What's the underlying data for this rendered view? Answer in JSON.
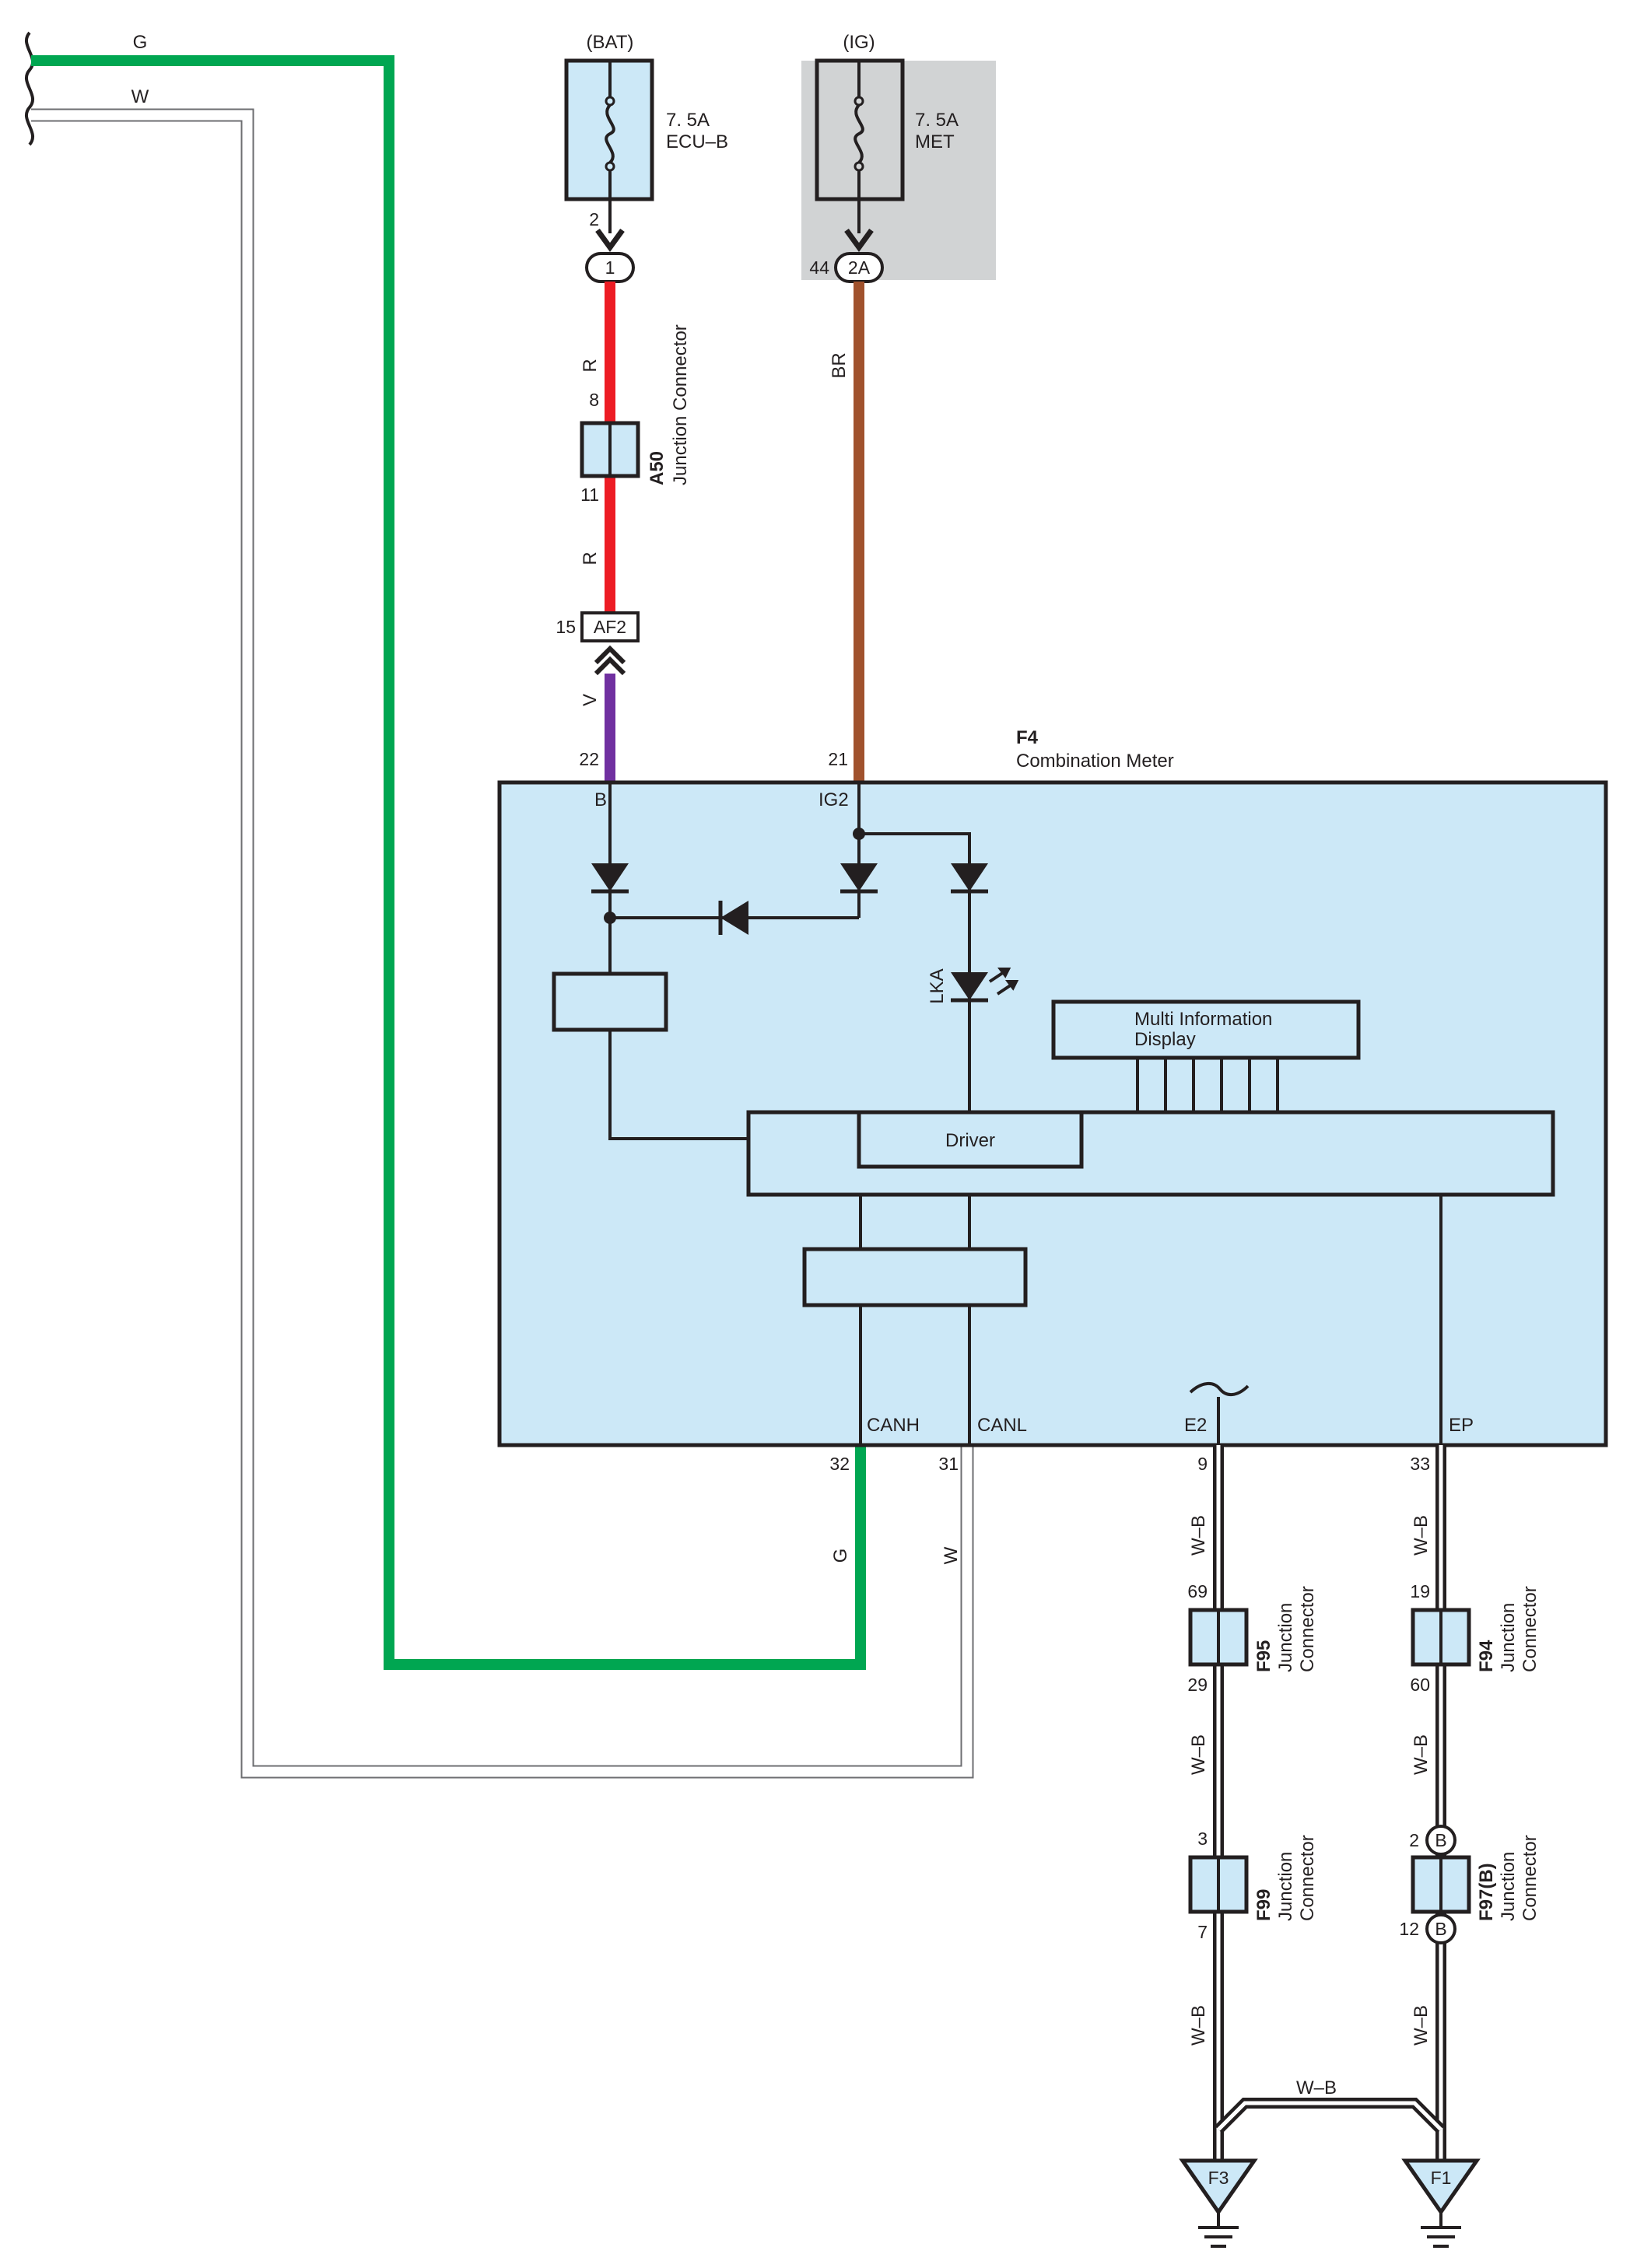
{
  "colors": {
    "green": "#00a651",
    "red": "#ed1c24",
    "violet": "#7030a0",
    "brown": "#a0522d",
    "component_fill": "#cce8f7",
    "ig_shade": "#d1d3d4",
    "wire_w": "#ffffff",
    "outline": "#231f20"
  },
  "wires": {
    "g_top": "G",
    "w_top": "W",
    "r1": "R",
    "r2": "R",
    "v": "V",
    "br": "BR",
    "g_bottom": "G",
    "w_bottom": "W",
    "wb_e2_1": "W–B",
    "wb_e2_2": "W–B",
    "wb_e2_3": "W–B",
    "wb_ep_1": "W–B",
    "wb_ep_2": "W–B",
    "wb_ep_3": "W–B",
    "wb_link": "W–B"
  },
  "fuses": {
    "bat": {
      "supply": "(BAT)",
      "rating": "7. 5A",
      "name": "ECU–B",
      "pin": "2"
    },
    "ig": {
      "supply": "(IG)",
      "rating": "7. 5A",
      "name": "MET",
      "pin": "44"
    }
  },
  "connectors": {
    "c1": {
      "label": "1"
    },
    "c2a": {
      "label": "2A"
    },
    "a50": {
      "code": "A50",
      "name": "Junction Connector",
      "pin_top": "8",
      "pin_bottom": "11"
    },
    "af2": {
      "label": "AF2",
      "pin": "15"
    },
    "f95": {
      "code": "F95",
      "name1": "Junction",
      "name2": "Connector",
      "pin_top": "69",
      "pin_bottom": "29"
    },
    "f94": {
      "code": "F94",
      "name1": "Junction",
      "name2": "Connector",
      "pin_top": "19",
      "pin_bottom": "60"
    },
    "f99": {
      "code": "F99",
      "name1": "Junction",
      "name2": "Connector",
      "pin_top": "3",
      "pin_bottom": "7"
    },
    "f97": {
      "code": "F97(B)",
      "name1": "Junction",
      "name2": "Connector",
      "pin_top": "2",
      "pin_bottom": "12",
      "b_top": "B",
      "b_bottom": "B"
    }
  },
  "meter": {
    "code": "F4",
    "name": "Combination Meter",
    "terminals": {
      "b": {
        "name": "B",
        "pin": "22"
      },
      "ig2": {
        "name": "IG2",
        "pin": "21"
      },
      "canh": {
        "name": "CANH",
        "pin": "32"
      },
      "canl": {
        "name": "CANL",
        "pin": "31"
      },
      "e2": {
        "name": "E2",
        "pin": "9"
      },
      "ep": {
        "name": "EP",
        "pin": "33"
      }
    },
    "lka": "LKA",
    "mid_line1": "Multi Information",
    "mid_line2": "Display",
    "driver": "Driver"
  },
  "grounds": {
    "f3": "F3",
    "f1": "F1"
  }
}
